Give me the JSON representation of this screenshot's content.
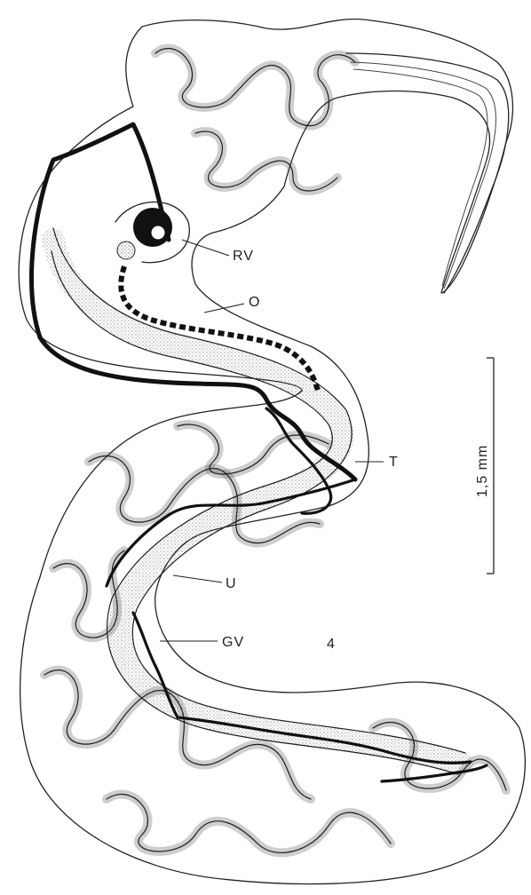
{
  "figure_number": "4",
  "labels": {
    "rv": "RV",
    "o": "O",
    "t": "T",
    "u": "U",
    "gv": "GV"
  },
  "scale_bar": {
    "label": "1,5 mm"
  },
  "colors": {
    "ink": "#1f1f1f",
    "paper": "#ffffff"
  }
}
